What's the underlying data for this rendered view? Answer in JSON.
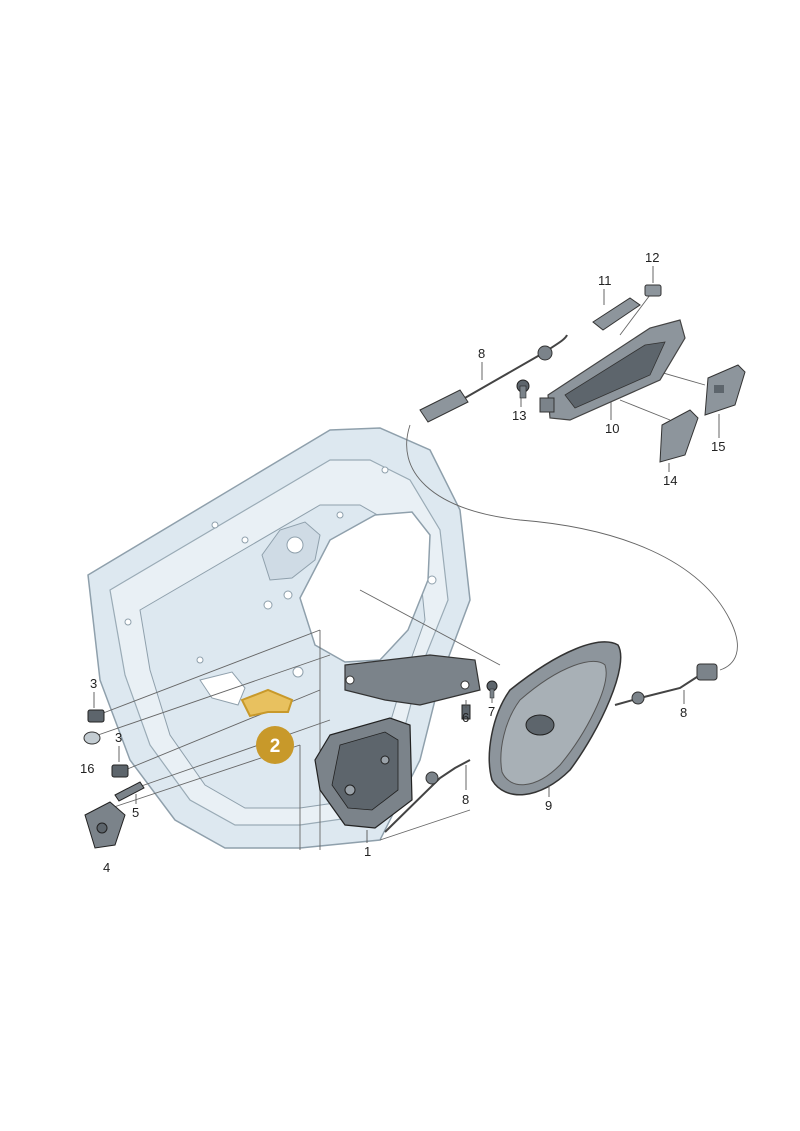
{
  "colors": {
    "door_fill": "#dde8f0",
    "door_stroke": "#8fa0ac",
    "part_fill": "#8d959c",
    "part_dark": "#5d656c",
    "line": "#555555",
    "highlight": "#c8992a",
    "highlight_light": "#e8c15f"
  },
  "callouts": {
    "c1": "1",
    "c2": "2",
    "c3a": "3",
    "c3b": "3",
    "c4": "4",
    "c5": "5",
    "c6": "6",
    "c7": "7",
    "c8a": "8",
    "c8b": "8",
    "c8c": "8",
    "c9": "9",
    "c10": "10",
    "c11": "11",
    "c12": "12",
    "c13": "13",
    "c14": "14",
    "c15": "15",
    "c16": "16"
  }
}
